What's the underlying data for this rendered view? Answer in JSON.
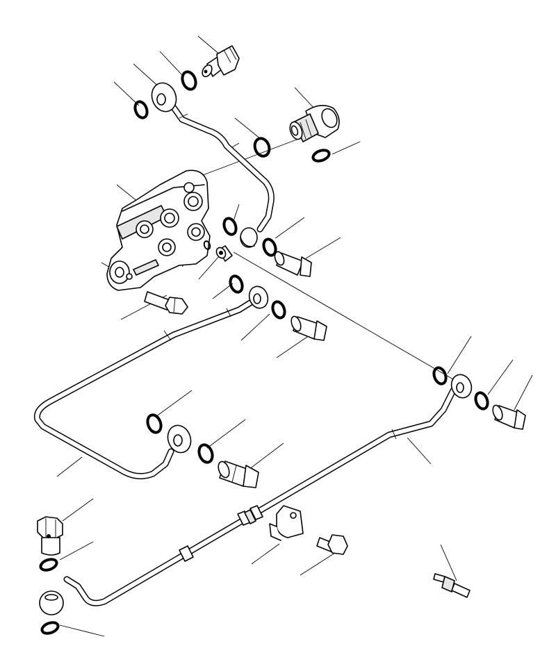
{
  "colors": {
    "line": "#000000",
    "background": "#ffffff",
    "shade": "#e6e6e6"
  },
  "leaders": [
    [
      285,
      52,
      318,
      80
    ],
    [
      230,
      74,
      262,
      108
    ],
    [
      192,
      92,
      232,
      128
    ],
    [
      164,
      118,
      200,
      152
    ],
    [
      424,
      126,
      452,
      156
    ],
    [
      338,
      170,
      375,
      200
    ],
    [
      518,
      204,
      478,
      222
    ],
    [
      168,
      266,
      198,
      290
    ],
    [
      344,
      294,
      336,
      318
    ],
    [
      438,
      313,
      396,
      343
    ],
    [
      490,
      342,
      440,
      372
    ],
    [
      146,
      378,
      175,
      395
    ],
    [
      262,
      384,
      292,
      350
    ],
    [
      286,
      402,
      316,
      368
    ],
    [
      174,
      460,
      240,
      425
    ],
    [
      306,
      430,
      335,
      408
    ],
    [
      347,
      490,
      388,
      452
    ],
    [
      398,
      515,
      442,
      485
    ],
    [
      678,
      484,
      644,
      538
    ],
    [
      738,
      518,
      702,
      568
    ],
    [
      766,
      540,
      740,
      590
    ],
    [
      276,
      562,
      224,
      600
    ],
    [
      353,
      604,
      298,
      645
    ],
    [
      408,
      638,
      350,
      682
    ],
    [
      82,
      686,
      118,
      658
    ],
    [
      620,
      668,
      586,
      630
    ],
    [
      134,
      718,
      90,
      750
    ],
    [
      134,
      780,
      86,
      806
    ],
    [
      362,
      812,
      402,
      783
    ],
    [
      432,
      828,
      482,
      796
    ],
    [
      634,
      784,
      657,
      836
    ],
    [
      150,
      916,
      86,
      900
    ]
  ],
  "center_lines": [
    [
      292,
      252,
      440,
      196
    ],
    [
      336,
      363,
      652,
      546
    ]
  ],
  "rings": [
    [
      203,
      158,
      8,
      12
    ],
    [
      272,
      116,
      9,
      13
    ],
    [
      377,
      212,
      10,
      13
    ],
    [
      462,
      224,
      12,
      7
    ],
    [
      331,
      326,
      8,
      12
    ],
    [
      388,
      356,
      8,
      12
    ],
    [
      340,
      409,
      8,
      12
    ],
    [
      401,
      446,
      8,
      12
    ],
    [
      222,
      610,
      9,
      13
    ],
    [
      296,
      653,
      9,
      13
    ],
    [
      633,
      541,
      8,
      12
    ],
    [
      693,
      577,
      8,
      12
    ],
    [
      70,
      813,
      12,
      7
    ],
    [
      72,
      904,
      12,
      7
    ]
  ],
  "small_rings": [
    [
      298,
      353,
      4,
      6
    ]
  ]
}
